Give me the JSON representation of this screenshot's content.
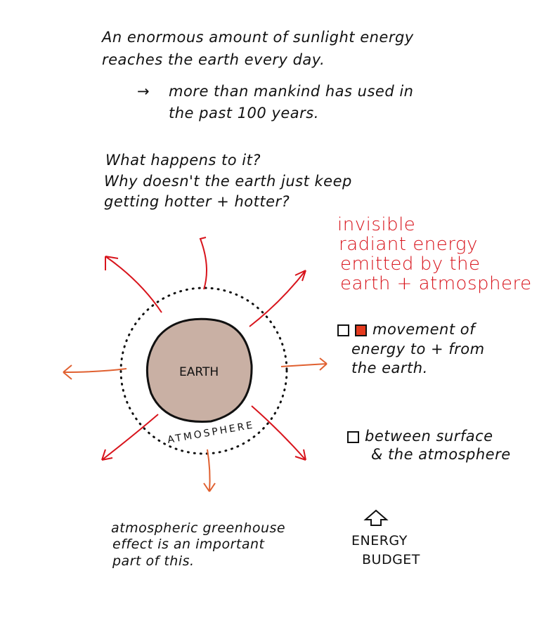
{
  "intro": {
    "line1": "An enormous amount of sunlight energy",
    "line2": "reaches the earth every day.",
    "arrow": "→",
    "sub1": "more than mankind has used in",
    "sub2": "the past 100 years."
  },
  "questions": {
    "q1": "What happens to it?",
    "q2": "Why doesn't the earth just keep",
    "q3": "getting hotter + hotter?"
  },
  "red_note": [
    "invisible",
    "radiant energy",
    "emitted by the",
    "earth + atmosphere"
  ],
  "diagram": {
    "earth_label": "EARTH",
    "atmosphere_label": "ATMOSPHERE"
  },
  "notes": {
    "n1_line1": "movement of",
    "n1_line2": "energy to + from",
    "n1_line3": "the earth.",
    "n2_line1": "between surface",
    "n2_line2": "& the atmosphere"
  },
  "greenhouse": [
    "atmospheric greenhouse",
    "effect is an important",
    "part of this."
  ],
  "budget": {
    "line1": "ENERGY",
    "line2": "BUDGET"
  },
  "colors": {
    "red": "#d8141c",
    "orange": "#f0a060",
    "earth": "#8a6a5a"
  }
}
